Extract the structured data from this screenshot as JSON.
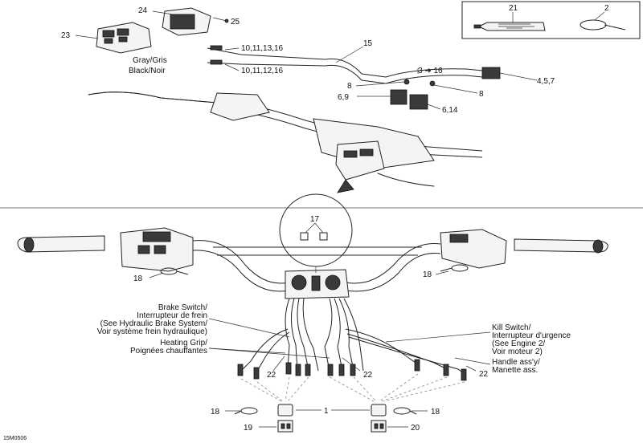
{
  "diagram": {
    "callouts": {
      "c24": "24",
      "c25": "25",
      "c23": "23",
      "c21": "21",
      "c2": "2",
      "c15": "15",
      "c10_11_13_16": "10,11,13,16",
      "c10_11_12_16": "10,11,12,16",
      "c3_16": "3 ➔ 16",
      "c4_5_7": "4,5,7",
      "c8a": "8",
      "c8b": "8",
      "c6_9": "6,9",
      "c6_14": "6,14",
      "c17": "17",
      "c18a": "18",
      "c18b": "18",
      "c18c": "18",
      "c18d": "18",
      "c22a": "22",
      "c22b": "22",
      "c22c": "22",
      "c1": "1",
      "c19": "19",
      "c20": "20"
    },
    "wire_labels": {
      "gray": "Gray/Gris",
      "black": "Black/Noir"
    },
    "annotations": {
      "brake_1": "Brake Switch/",
      "brake_2": "Interrupteur de frein",
      "brake_3": "(See Hydraulic Brake System/",
      "brake_4": "Voir système frein hydraulique)",
      "heat_1": "Heating Grip/",
      "heat_2": "Poignées chauffantes",
      "kill_1": "Kill Switch/",
      "kill_2": "Interrupteur d'urgence",
      "kill_3": "(See Engine 2/",
      "kill_4": "Voir moteur 2)",
      "handle_1": "Handle ass'y/",
      "handle_2": "Manette ass."
    },
    "figure_code": "15M0506"
  }
}
